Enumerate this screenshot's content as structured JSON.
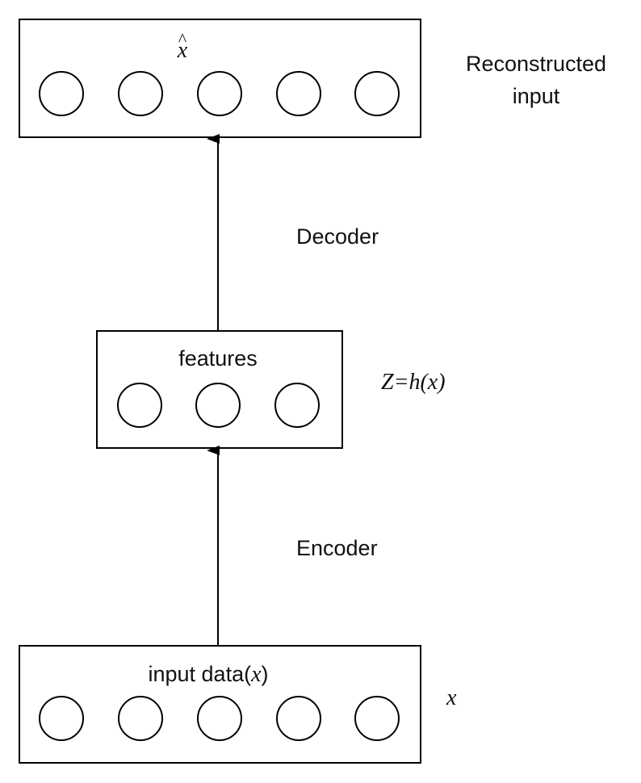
{
  "layers": {
    "output": {
      "symbol": "x",
      "symbol_accent": "^",
      "side_label_line1": "Reconstructed",
      "side_label_line2": "input",
      "node_count": 5
    },
    "hidden": {
      "title": "features",
      "side_label": "Z=h(x)",
      "node_count": 3
    },
    "input": {
      "title_prefix": "input data(",
      "title_var": "x",
      "title_suffix": ")",
      "side_label": "x",
      "node_count": 5
    }
  },
  "edges": {
    "decoder_label": "Decoder",
    "encoder_label": "Encoder"
  },
  "colors": {
    "stroke": "#000000",
    "text": "#111111",
    "background": "#ffffff"
  }
}
